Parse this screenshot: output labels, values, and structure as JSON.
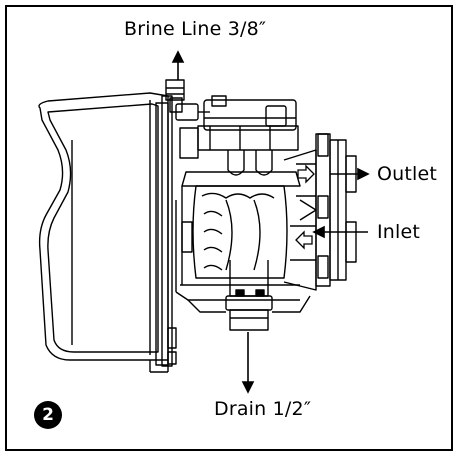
{
  "labels": {
    "brine_line": "Brine Line 3/8″",
    "outlet": "Outlet",
    "inlet": "Inlet",
    "drain": "Drain 1/2″"
  },
  "step_number": "2",
  "colors": {
    "line": "#000000",
    "background": "#ffffff",
    "badge": "#000000",
    "badge_text": "#ffffff"
  }
}
